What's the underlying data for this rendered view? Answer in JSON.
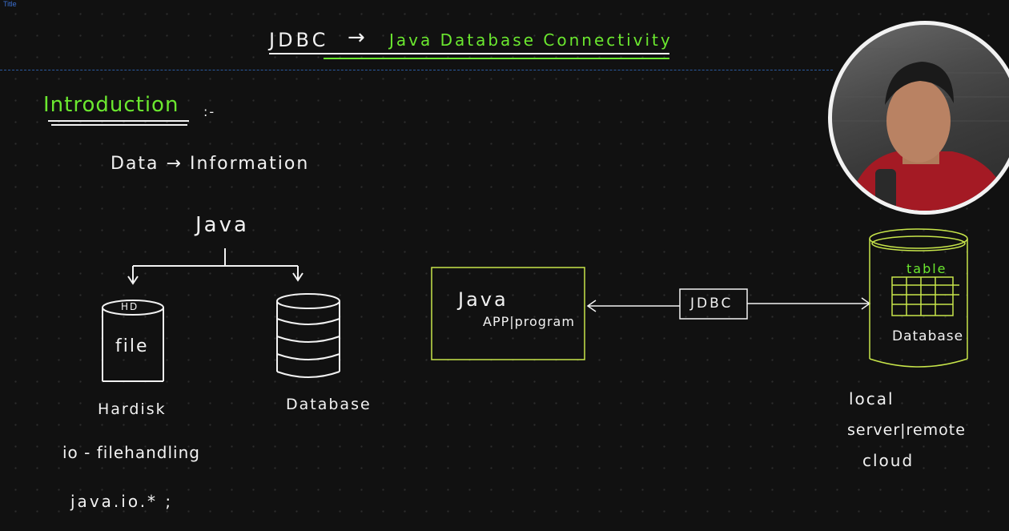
{
  "window": {
    "tab_label": "Title"
  },
  "heading": {
    "jdbc": "JDBC",
    "arrow": "→",
    "expansion": "Java Database Connectivity"
  },
  "intro": {
    "title": "Introduction",
    "colon": ":-",
    "data_info": "Data → Information"
  },
  "tree": {
    "root": "Java",
    "hd_label": "HD",
    "file_label": "file",
    "hardisk_caption": "Hardisk",
    "database_caption": "Database"
  },
  "notes": {
    "io_line": "io - filehandling",
    "package_line": "java.io.* ;"
  },
  "flow": {
    "app_title": "Java",
    "app_sub": "APP|program",
    "jdbc_box": "JDBC",
    "table_label": "table",
    "db_label": "Database"
  },
  "locations": {
    "line1": "local",
    "line2": "server|remote",
    "line3": "cloud"
  },
  "colors": {
    "chalk": "#f2f2f2",
    "accent_green": "#6be82f",
    "box_green": "#c8e64a",
    "rule_blue": "#2a5aa0",
    "background": "#111111"
  },
  "webcam": {
    "icon": "presenter-webcam-icon"
  }
}
